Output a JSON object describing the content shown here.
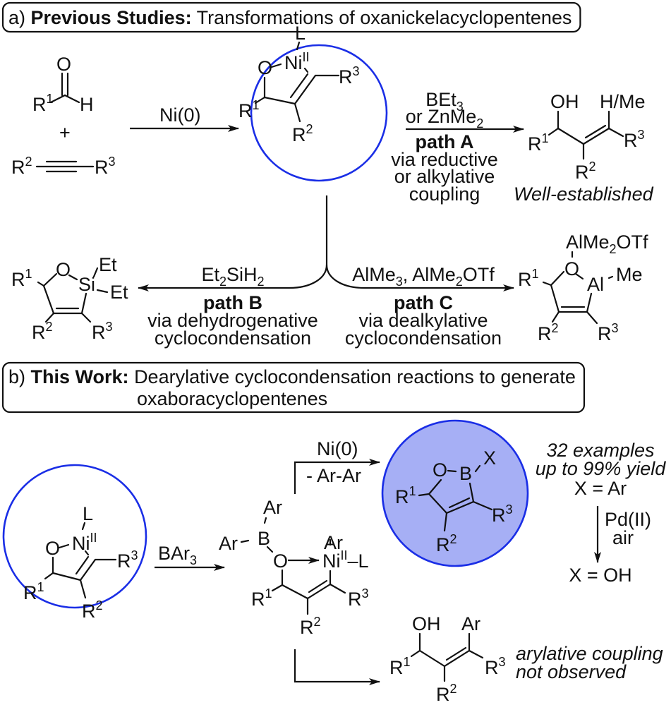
{
  "colors": {
    "ink": "#111111",
    "highlight_ring": "#1a2ee6",
    "product_fill": "#a6aff5"
  },
  "section_a": {
    "prefix": "a)",
    "bold_title": "Previous Studies:",
    "title_rest": "Transformations of oxanickelacyclopentenes",
    "reactants": {
      "aldehyde": {
        "O": "O",
        "H": "H",
        "R": "R",
        "R_sup": "1"
      },
      "plus": "+",
      "alkyne": {
        "R_left": "R",
        "R_left_sup": "2",
        "R_right": "R",
        "R_right_sup": "3"
      }
    },
    "step1_reagent": "Ni(0)",
    "nickelacycle": {
      "L": "L",
      "Ni": "Ni",
      "Ni_ox": "II",
      "O": "O",
      "R1": "R",
      "R1_sup": "1",
      "R2": "R",
      "R2_sup": "2",
      "R3": "R",
      "R3_sup": "3"
    },
    "path_a": {
      "reagent_line1_main": "BEt",
      "reagent_line1_sub": "3",
      "reagent_line2_main": "or ZnMe",
      "reagent_line2_sub": "2",
      "label": "path A",
      "desc": [
        "via reductive",
        "or alkylative",
        "coupling"
      ],
      "product": {
        "OH": "OH",
        "HMe": "H/Me",
        "R1": "R",
        "R1_sup": "1",
        "R2": "R",
        "R2_sup": "2",
        "R3": "R",
        "R3_sup": "3"
      },
      "note": "Well-established"
    },
    "path_b": {
      "reagent_parts": [
        "Et",
        "2",
        "SiH",
        "2"
      ],
      "label": "path B",
      "desc": [
        "via dehydrogenative",
        "cyclocondensation"
      ],
      "product": {
        "O": "O",
        "Si": "Si",
        "Et1": "Et",
        "Et2": "Et",
        "R1": "R",
        "R1_sup": "1",
        "R2": "R",
        "R2_sup": "2",
        "R3": "R",
        "R3_sup": "3"
      }
    },
    "path_c": {
      "reagent_parts": [
        "AlMe",
        "3",
        ", AlMe",
        "2",
        "OTf"
      ],
      "label": "path C",
      "desc": [
        "via dealkylative",
        "cyclocondensation"
      ],
      "product": {
        "top_main": "AlMe",
        "top_sub": "2",
        "top_rest": "OTf",
        "O": "O",
        "Al": "Al",
        "Me": "Me",
        "R1": "R",
        "R1_sup": "1",
        "R2": "R",
        "R2_sup": "2",
        "R3": "R",
        "R3_sup": "3"
      }
    }
  },
  "section_b": {
    "prefix": "b)",
    "bold_title": "This Work:",
    "title_line1_rest": "Dearylative cyclocondensation reactions to generate",
    "title_line2": "oxaboracyclopentenes",
    "nickelacycle": {
      "L": "L",
      "Ni": "Ni",
      "Ni_ox": "II",
      "O": "O",
      "R1": "R",
      "R1_sup": "1",
      "R2": "R",
      "R2_sup": "2",
      "R3": "R",
      "R3_sup": "3"
    },
    "step1_reagent_main": "BAr",
    "step1_reagent_sub": "3",
    "intermediate": {
      "Ar_top": "Ar",
      "Ar_left": "Ar",
      "B": "B",
      "O": "O",
      "Ar_ni": "Ar",
      "Ni": "Ni",
      "Ni_ox": "II",
      "L": "–L",
      "R1": "R",
      "R1_sup": "1",
      "R2": "R",
      "R2_sup": "2",
      "R3": "R",
      "R3_sup": "3"
    },
    "upper_branch": {
      "reagent": "Ni(0)",
      "byproduct": "- Ar-Ar"
    },
    "boracycle": {
      "X": "X",
      "B": "B",
      "O": "O",
      "R1": "R",
      "R1_sup": "1",
      "R2": "R",
      "R2_sup": "2",
      "R3": "R",
      "R3_sup": "3"
    },
    "results": {
      "examples": "32 examples",
      "yield": "up to 99% yield",
      "x_ar": "X = Ar",
      "oxid_reagent": "Pd(II)",
      "oxid_cond": "air",
      "x_oh": "X = OH"
    },
    "lower_branch": {
      "product": {
        "OH": "OH",
        "Ar": "Ar",
        "R1": "R",
        "R1_sup": "1",
        "R2": "R",
        "R2_sup": "2",
        "R3": "R",
        "R3_sup": "3"
      },
      "note_line1": "arylative coupling",
      "note_line2": "not observed"
    }
  }
}
